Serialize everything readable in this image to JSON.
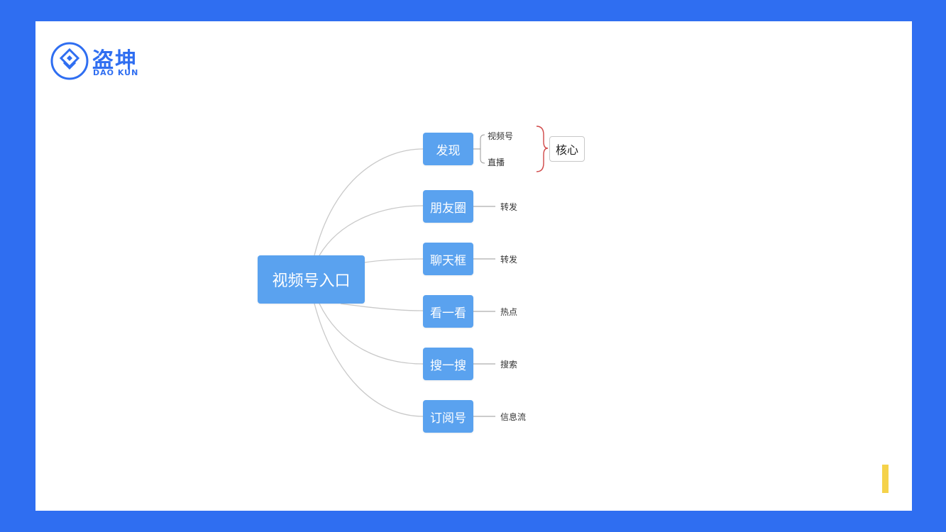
{
  "logo": {
    "name": "盗坤",
    "subtitle": "DAO KUN",
    "color": "#2f6ef1"
  },
  "mindmap": {
    "root": "视频号入口",
    "branches": [
      {
        "label": "发现",
        "children": [
          "视频号",
          "直播"
        ]
      },
      {
        "label": "朋友圈",
        "children": [
          "转发"
        ]
      },
      {
        "label": "聊天框",
        "children": [
          "转发"
        ]
      },
      {
        "label": "看一看",
        "children": [
          "热点"
        ]
      },
      {
        "label": "搜一搜",
        "children": [
          "搜索"
        ]
      },
      {
        "label": "订阅号",
        "children": [
          "信息流"
        ]
      }
    ],
    "summary": "核心"
  },
  "colors": {
    "frame": "#2f6ef1",
    "node": "#5aa2ef",
    "brace": "#d04848",
    "accent": "#f5d24a"
  }
}
